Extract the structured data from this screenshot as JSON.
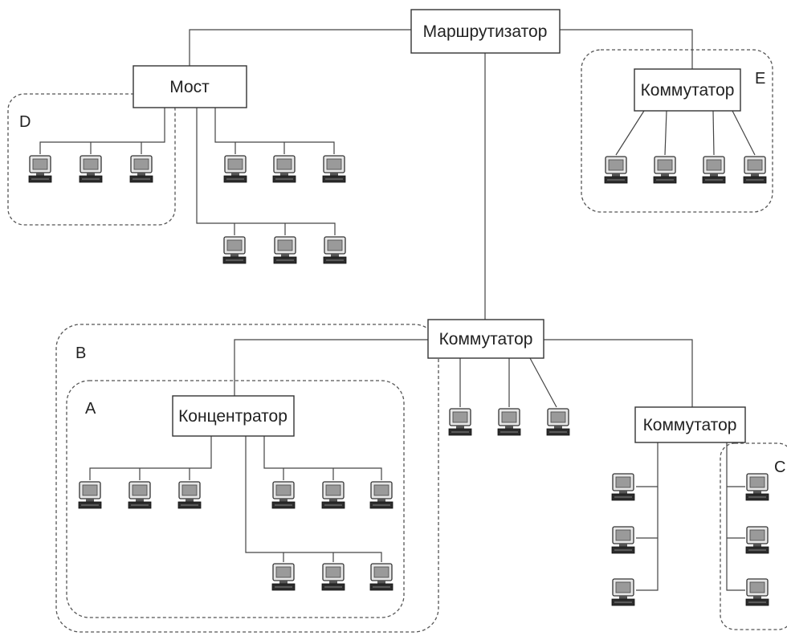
{
  "devices": {
    "router": "Маршрутизатор",
    "bridge": "Мост",
    "switch_e": "Коммутатор",
    "switch_main": "Коммутатор",
    "hub": "Концентратор",
    "switch_c": "Коммутатор"
  },
  "zones": {
    "a": "A",
    "b": "B",
    "c": "C",
    "d": "D",
    "e": "E"
  },
  "icon": "computer-icon"
}
